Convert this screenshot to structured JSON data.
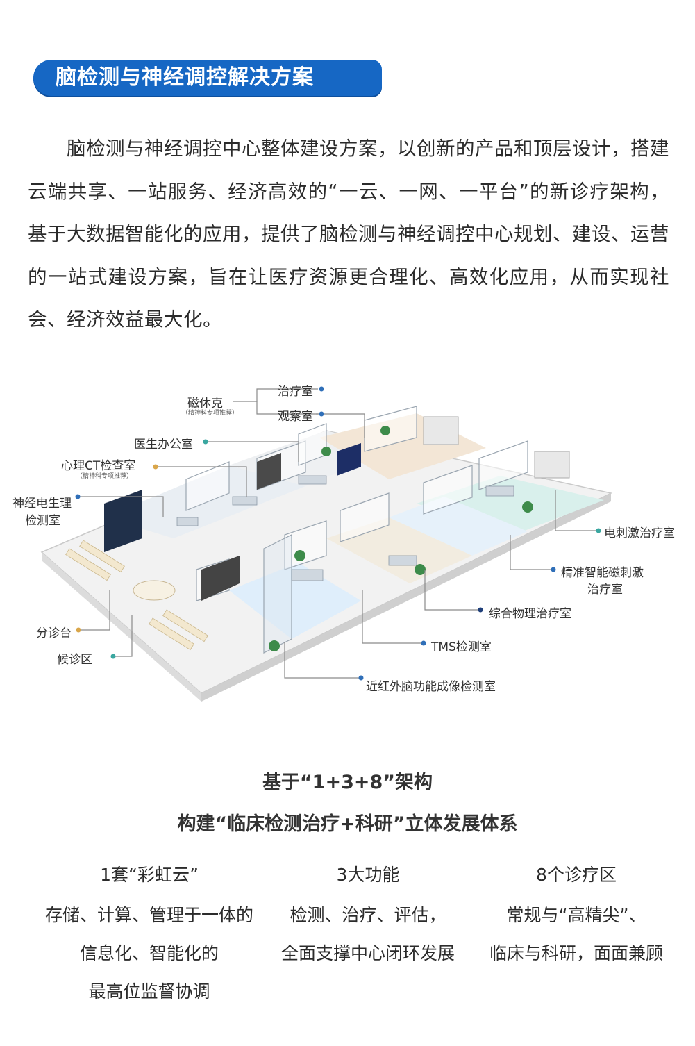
{
  "title": "脑检测与神经调控解决方案",
  "intro": "脑检测与神经调控中心整体建设方案，以创新的产品和顶层设计，搭建云端共享、一站服务、经济高效的“一云、一网、一平台”的新诊疗架构，基于大数据智能化的应用，提供了脑检测与神经调控中心规划、建设、运营的一站式建设方案，旨在让医疗资源更合理化、高效化应用，从而实现社会、经济效益最大化。",
  "diagram": {
    "labels": {
      "cixiuke": "磁休克",
      "cixiuke_note": "（精神科专项推荐）",
      "zhiliaoshi": "治疗室",
      "guanchashi": "观察室",
      "yisheng": "医生办公室",
      "xinli": "心理CT检查室",
      "xinli_note": "（精神科专项推荐）",
      "shenjing_1": "神经电生理",
      "shenjing_2": "检测室",
      "fenzhen": "分诊台",
      "houzhen": "候诊区",
      "dianci": "电刺激治疗室",
      "jingzhun_1": "精准智能磁刺激",
      "jingzhun_2": "治疗室",
      "zonghe": "综合物理治疗室",
      "tms": "TMS检测室",
      "jinhongwai": "近红外脑功能成像检测室"
    },
    "colors": {
      "dot_blue": "#2f6fb8",
      "dot_teal": "#3aa7a0",
      "dot_gold": "#d9a64a",
      "dot_navy": "#1f3f7a"
    }
  },
  "section": {
    "heading_1": "基于“1+3+8”架构",
    "heading_2": "构建“临床检测治疗+科研”立体发展体系"
  },
  "columns": [
    {
      "title": "1套“彩虹云”",
      "lines": [
        "存储、计算、管理于一体的",
        "信息化、智能化的",
        "最高位监督协调"
      ]
    },
    {
      "title": "3大功能",
      "lines": [
        "检测、治疗、评估，",
        "全面支撑中心闭环发展"
      ]
    },
    {
      "title": "8个诊疗区",
      "lines": [
        "常规与“高精尖”、",
        "临床与科研，面面兼顾"
      ]
    }
  ],
  "colors": {
    "accent": "#1667c4"
  }
}
